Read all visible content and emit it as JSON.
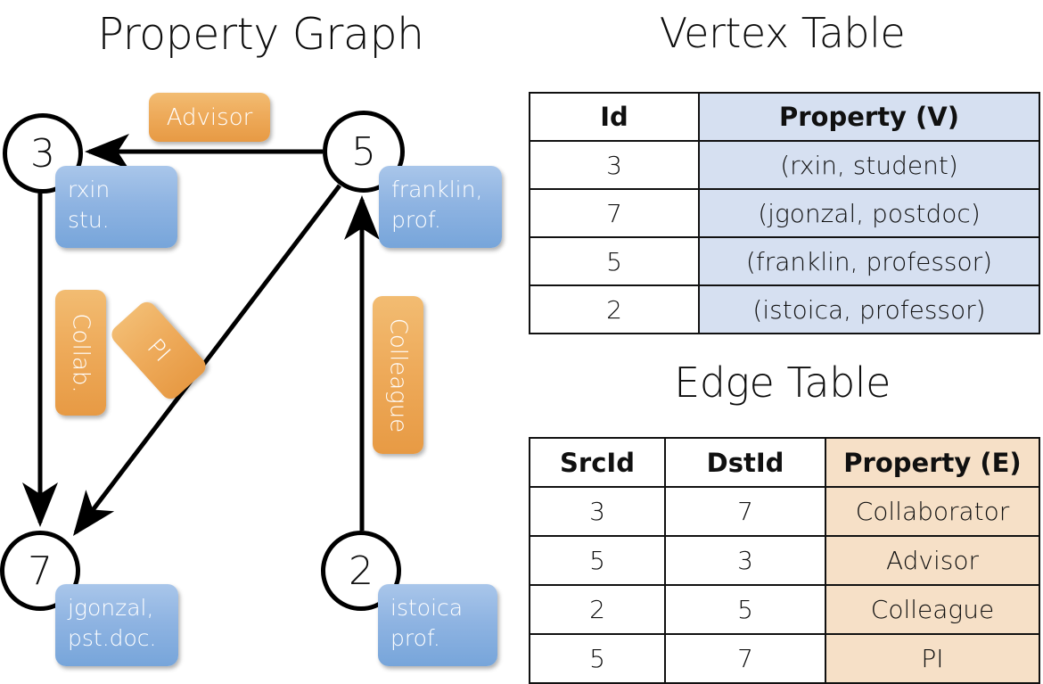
{
  "titles": {
    "property_graph": "Property Graph",
    "vertex_table": "Vertex Table",
    "edge_table": "Edge Table"
  },
  "graph": {
    "nodes": [
      {
        "id": "3",
        "label": "3",
        "property": "rxin\nstu."
      },
      {
        "id": "5",
        "label": "5",
        "property": "franklin,\nprof."
      },
      {
        "id": "7",
        "label": "7",
        "property": "jgonzal,\npst.doc."
      },
      {
        "id": "2",
        "label": "2",
        "property": "istoica\nprof."
      }
    ],
    "edge_labels": [
      {
        "key": "advisor",
        "text": "Advisor"
      },
      {
        "key": "collab",
        "text": "Collab."
      },
      {
        "key": "pi",
        "text": "PI"
      },
      {
        "key": "colleague",
        "text": "Colleague"
      }
    ]
  },
  "vertex_table": {
    "headers": [
      "Id",
      "Property (V)"
    ],
    "rows": [
      {
        "id": "3",
        "property": "(rxin, student)"
      },
      {
        "id": "7",
        "property": "(jgonzal, postdoc)"
      },
      {
        "id": "5",
        "property": "(franklin, professor)"
      },
      {
        "id": "2",
        "property": "(istoica, professor)"
      }
    ]
  },
  "edge_table": {
    "headers": [
      "SrcId",
      "DstId",
      "Property (E)"
    ],
    "rows": [
      {
        "src": "3",
        "dst": "7",
        "property": "Collaborator"
      },
      {
        "src": "5",
        "dst": "3",
        "property": "Advisor"
      },
      {
        "src": "2",
        "dst": "5",
        "property": "Colleague"
      },
      {
        "src": "5",
        "dst": "7",
        "property": "PI"
      }
    ]
  },
  "colors": {
    "vertex_property_fill": "#d6e0f1",
    "edge_property_fill": "#f6e0c7",
    "node_property_box": "#8fb4e2",
    "edge_label_box": "#eeab5b",
    "stroke": "#111111",
    "background": "#ffffff"
  }
}
